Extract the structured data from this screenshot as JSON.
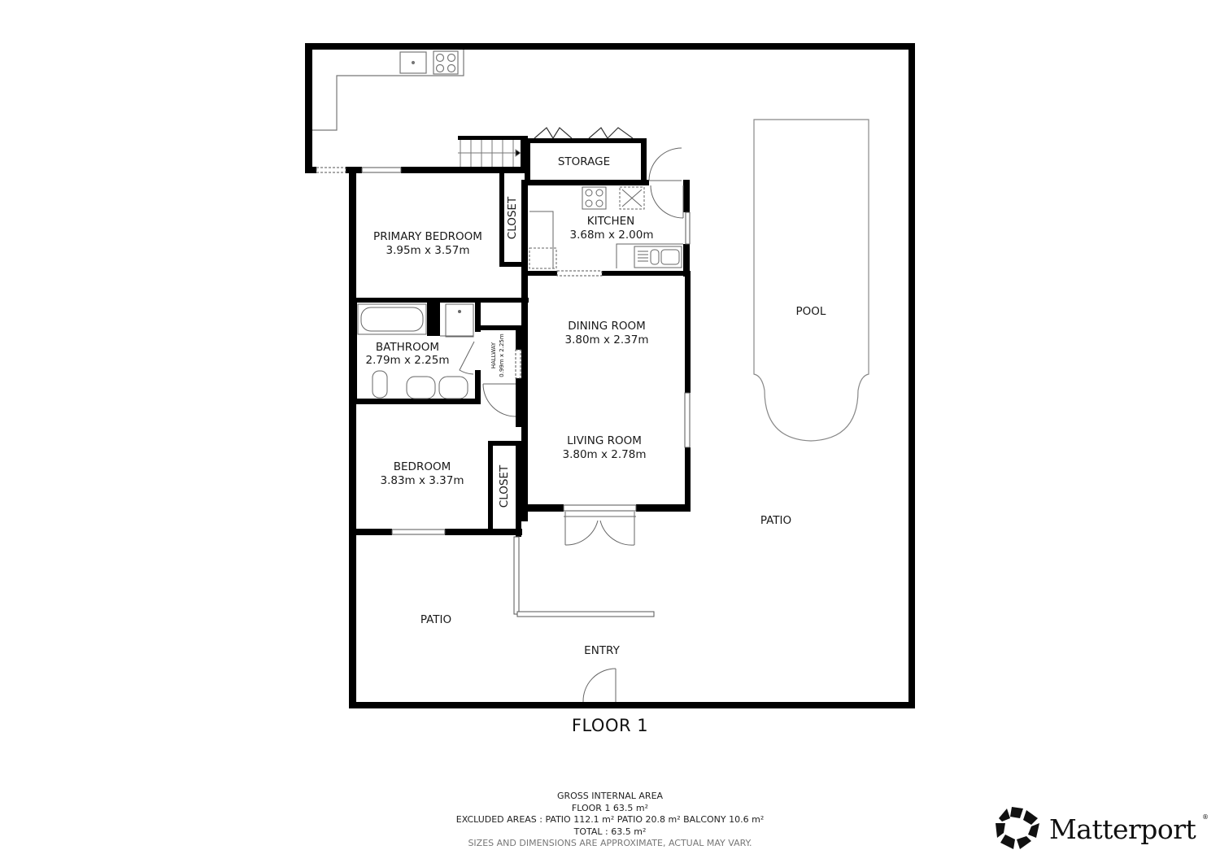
{
  "floor_title": "FLOOR 1",
  "rooms": {
    "storage": {
      "name": "STORAGE"
    },
    "kitchen": {
      "name": "KITCHEN",
      "dims": "3.68m x 2.00m"
    },
    "primary_bedroom": {
      "name": "PRIMARY BEDROOM",
      "dims": "3.95m x 3.57m"
    },
    "primary_closet": {
      "name": "CLOSET"
    },
    "bathroom": {
      "name": "BATHROOM",
      "dims": "2.79m x 2.25m"
    },
    "hallway": {
      "name": "HALLWAY",
      "dims": "0.99m x 2.25m"
    },
    "dining_room": {
      "name": "DINING ROOM",
      "dims": "3.80m x 2.37m"
    },
    "living_room": {
      "name": "LIVING ROOM",
      "dims": "3.80m x 2.78m"
    },
    "bedroom": {
      "name": "BEDROOM",
      "dims": "3.83m x 3.37m"
    },
    "bedroom_closet": {
      "name": "CLOSET"
    },
    "pool": {
      "name": "POOL"
    },
    "patio_main": {
      "name": "PATIO"
    },
    "patio_side": {
      "name": "PATIO"
    },
    "entry": {
      "name": "ENTRY"
    }
  },
  "summary": {
    "heading": "GROSS INTERNAL AREA",
    "floor_area": "FLOOR 1 63.5 m²",
    "excluded": "EXCLUDED AREAS :  PATIO 112.1 m²   PATIO 20.8 m²   BALCONY 10.6 m²",
    "total": "TOTAL :  63.5 m²",
    "disclaimer": "SIZES AND DIMENSIONS ARE APPROXIMATE, ACTUAL MAY VARY."
  },
  "brand": {
    "name": "Matterport",
    "reg": "®"
  },
  "colors": {
    "wall": "#000000",
    "fixture": "#666666",
    "background": "#ffffff"
  }
}
